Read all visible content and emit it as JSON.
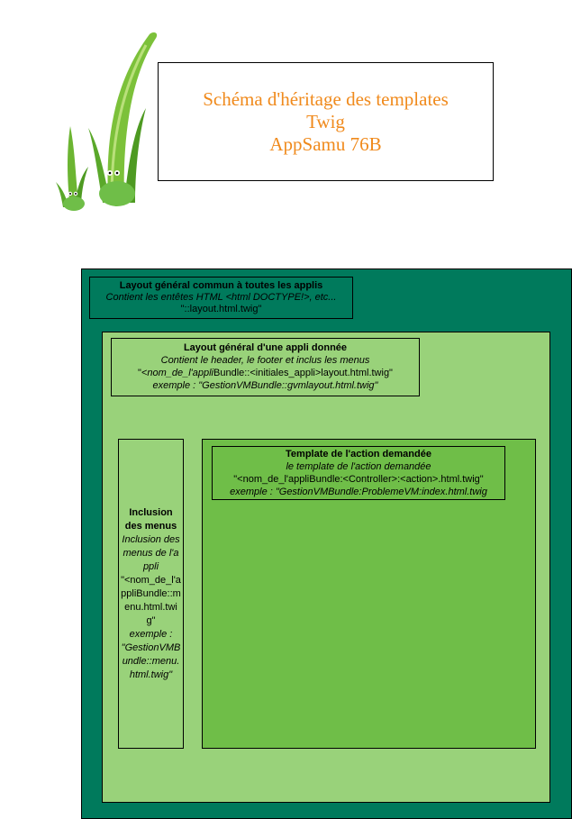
{
  "title": {
    "line1": "Schéma d'héritage des templates",
    "line2": "Twig",
    "line3": "AppSamu 76B"
  },
  "colors": {
    "title_text": "#f08a1c",
    "outer_fill": "#007a5c",
    "inner_fill": "#99d27a",
    "action_fill": "#6fbe48"
  },
  "decoration": {
    "icon": "grass-character-icon"
  },
  "layout_general": {
    "heading": "Layout général commun à toutes les applis",
    "description": "Contient les entêtes HTML <html DOCTYPE!>, etc...",
    "path": "\"::layout.html.twig\""
  },
  "layout_appli": {
    "heading": "Layout général d'une appli donnée",
    "description": "Contient le header, le footer et inclus les menus",
    "path_prefix": "\"",
    "path_italic": "<nom_de_l'appli",
    "path_rest": "Bundle::<initiales_appli>layout.html.twig\"",
    "example": "exemple : \"GestionVMBundle::gvmlayout.html.twig\""
  },
  "menus": {
    "heading": "Inclusion des menus",
    "description": "Inclusion des menus de l'appli",
    "path": "\"<nom_de_l'appliBundle::menu.html.twig\"",
    "example_label": "exemple :",
    "example_value": "\"GestionVMBundle::menu.html.twig\""
  },
  "action": {
    "heading": "Template de l'action demandée",
    "description": "le template de l'action demandée",
    "path": "\"<nom_de_l'appliBundle:<Controller>:<action>.html.twig\"",
    "example": "exemple : \"GestionVMBundle:ProblemeVM:index.html.twig"
  }
}
